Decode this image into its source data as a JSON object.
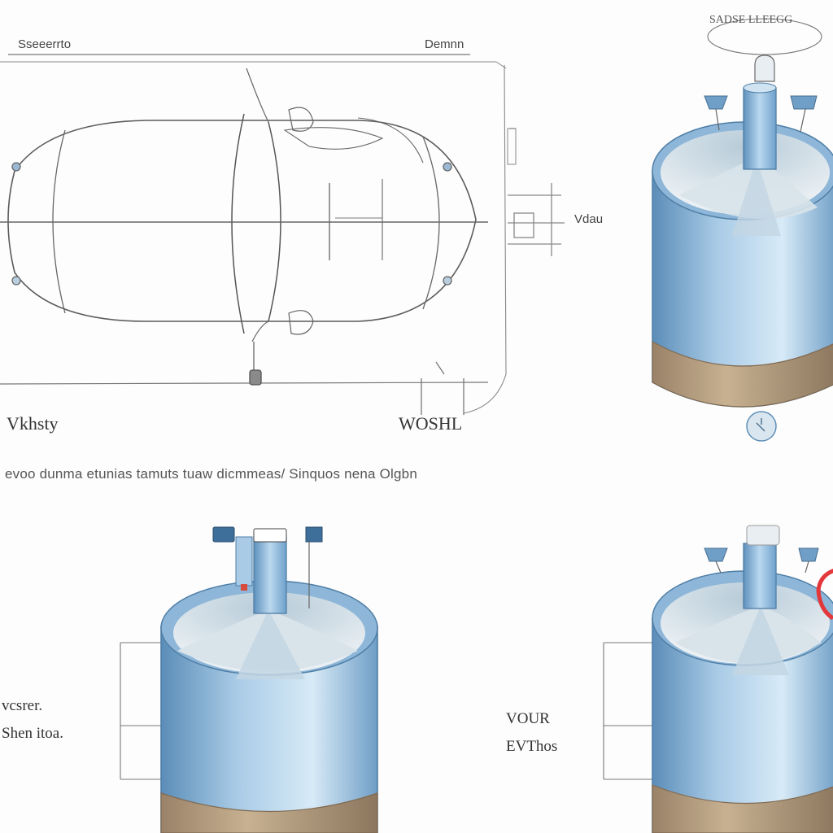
{
  "labels": {
    "top_left": "Sseeerrto",
    "top_mid": "Demnn",
    "top_right": "SADSE  LLEEGG",
    "side_dim": "Vdau",
    "bottom_left": "Vkhsty",
    "bottom_mid": "WOSHL",
    "caption": "evoo dunma etunias tamuts tuaw dicmmeas/ Sinquos nena Olgbn",
    "left_1": "vcsrer.",
    "left_2": "Shen itoa.",
    "right_1": "VOUR",
    "right_2": "EVThos"
  },
  "colors": {
    "tank_blue": "#8ab6d8",
    "tank_blue_dark": "#5f8fb8",
    "tank_base": "#b69d7e",
    "line": "#6c6c6c",
    "accent_red": "#e3373b"
  }
}
